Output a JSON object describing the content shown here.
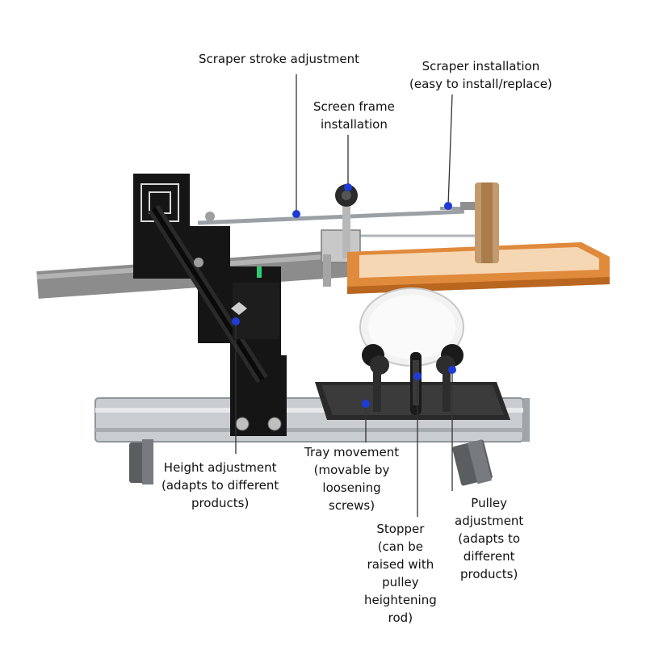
{
  "colors": {
    "background": "#ffffff",
    "frame_orange": "#e08a3c",
    "frame_orange_dark": "#b96620",
    "frame_pale": "#f6d7b4",
    "bracket_black": "#151515",
    "rail_silver": "#c9ccd0",
    "pointer_blue": "#1f3bd6",
    "leader_line": "#333333",
    "indicator_green": "#2ecc71",
    "roller_white": "#f2f2f2",
    "handle_wood": "#c39a6b"
  },
  "labels": {
    "scraper_stroke": [
      "Scraper stroke adjustment"
    ],
    "scraper_install": [
      "Scraper installation",
      "(easy to install/replace)"
    ],
    "screen_frame": [
      "Screen frame",
      "installation"
    ],
    "height_adjust": [
      "Height adjustment",
      "(adapts to different",
      "products)"
    ],
    "tray_movement": [
      "Tray movement",
      "(movable by",
      "loosening",
      "screws)"
    ],
    "stopper": [
      "Stopper",
      "(can be",
      "raised with",
      "pulley",
      "heightening",
      "rod)"
    ],
    "pulley_adjust": [
      "Pulley",
      "adjustment",
      "(adapts to",
      "different",
      "products)"
    ]
  }
}
